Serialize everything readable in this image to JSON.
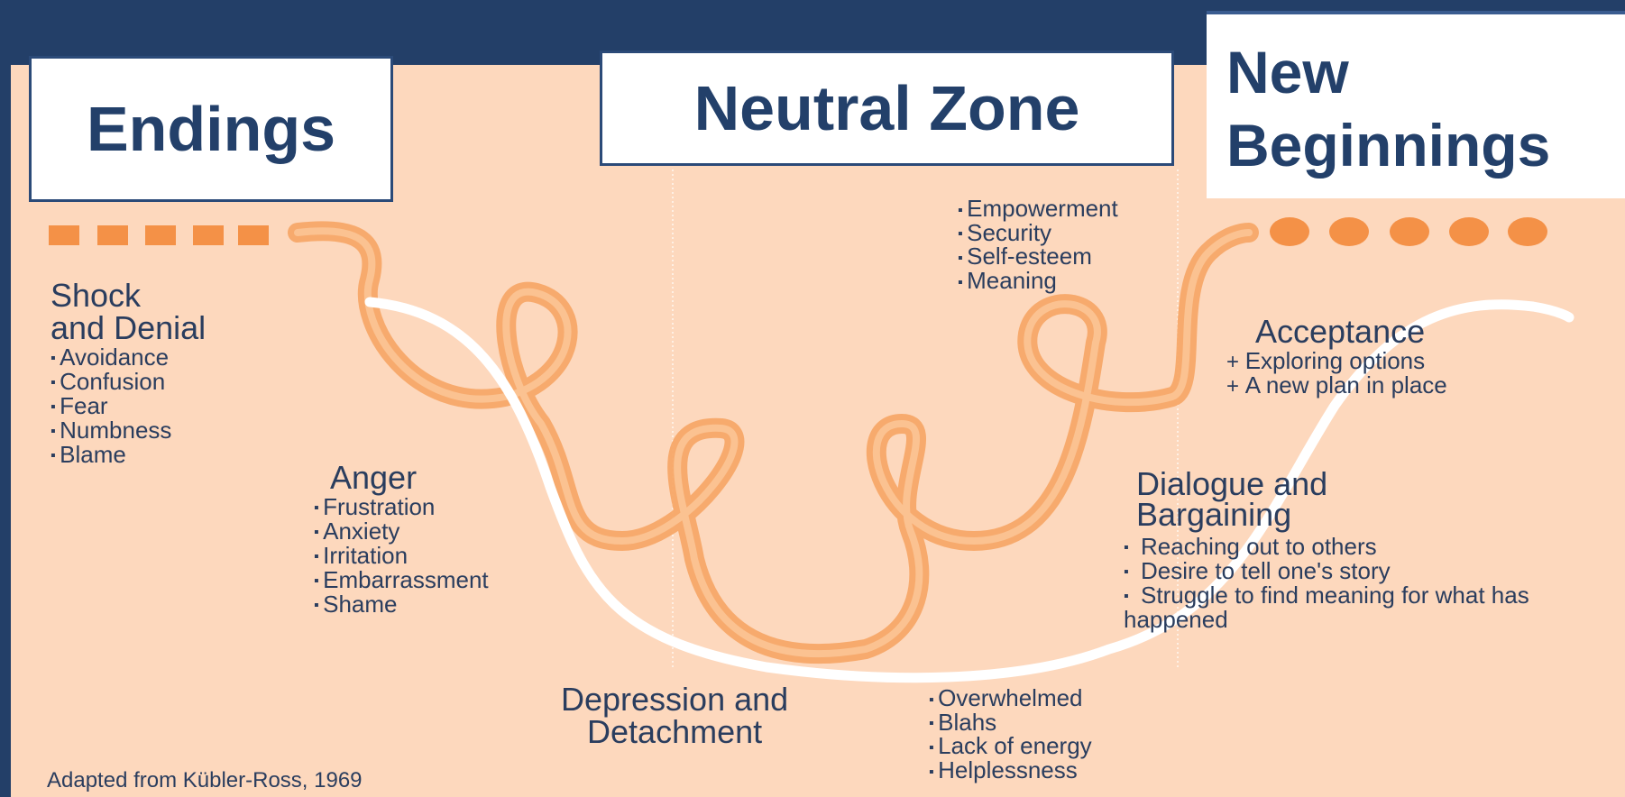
{
  "headers": {
    "endings": "Endings",
    "neutral_zone": "Neutral Zone",
    "new_beginnings": "New\nBeginnings"
  },
  "stages": {
    "shock": {
      "title": "Shock\nand Denial",
      "items": [
        "Avoidance",
        "Confusion",
        "Fear",
        "Numbness",
        "Blame"
      ]
    },
    "anger": {
      "title": "Anger",
      "items": [
        "Frustration",
        "Anxiety",
        "Irritation",
        "Embarrassment",
        "Shame"
      ]
    },
    "depression": {
      "title": "Depression and\nDetachment",
      "items": [
        "Overwhelmed",
        "Blahs",
        "Lack of energy",
        "Helplessness"
      ]
    },
    "dialogue": {
      "title": "Dialogue and\nBargaining",
      "items": [
        "Reaching out to others",
        "Desire to tell one's story",
        "Struggle to find meaning for what has happened"
      ]
    },
    "acceptance": {
      "title": "Acceptance",
      "items": [
        "Exploring options",
        "A new plan in place"
      ]
    },
    "new_beginnings_items": [
      "Empowerment",
      "Security",
      "Self-esteem",
      "Meaning"
    ]
  },
  "citation": "Adapted from Kübler-Ross, 1969",
  "colors": {
    "background": "#233f68",
    "panel": "#fdd8bd",
    "ribbon": "#f7a868",
    "header_text": "#23406a",
    "body_text": "#2a3d5e"
  },
  "icons": [
    "square-marker-icon",
    "circle-marker-icon"
  ]
}
